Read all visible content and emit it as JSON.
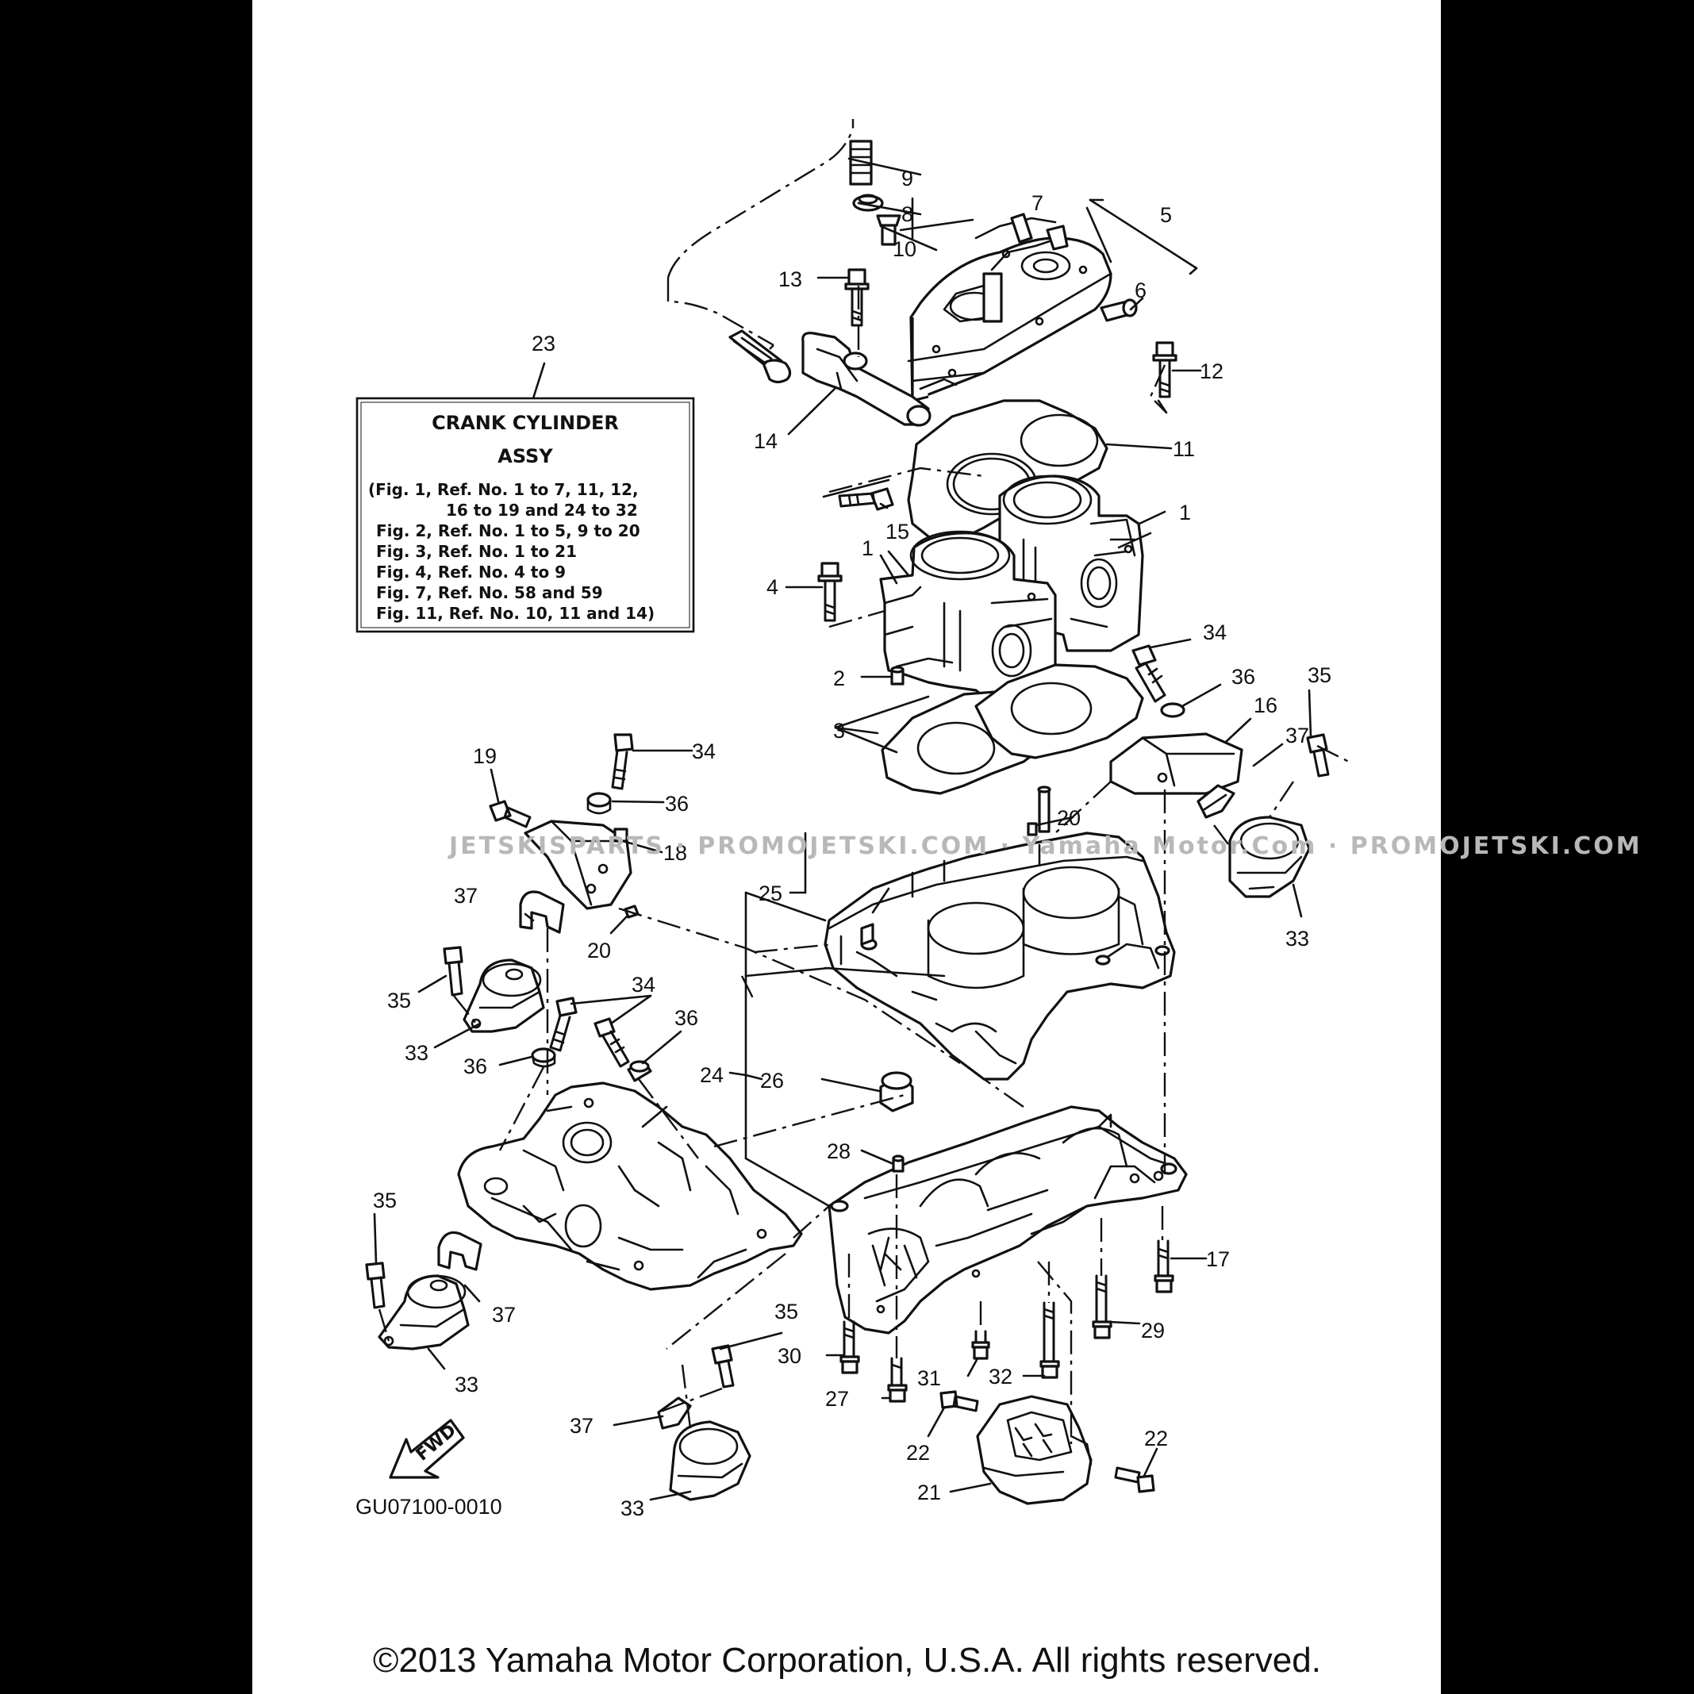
{
  "legend_box": {
    "ref": "23",
    "title_line1": "CRANK CYLINDER",
    "title_line2": "ASSY",
    "lines": [
      "(Fig. 1, Ref. No. 1 to 7, 11, 12,",
      "16 to 19 and 24 to 32",
      "Fig. 2, Ref. No. 1 to 5, 9 to 20",
      "Fig. 3, Ref. No. 1 to 21",
      "Fig. 4, Ref. No. 4 to 9",
      "Fig. 7, Ref. No. 58 and 59",
      "Fig. 11, Ref. No. 10, 11 and 14)"
    ]
  },
  "callouts": {
    "c9": "9",
    "c8": "8",
    "c7": "7",
    "c5": "5",
    "c10": "10",
    "c13": "13",
    "c6": "6",
    "c12": "12",
    "c14": "14",
    "c11": "11",
    "c15": "15",
    "c1a": "1",
    "c1b": "1",
    "c4": "4",
    "c2": "2",
    "c34a": "34",
    "c36a": "36",
    "c35a": "35",
    "c16": "16",
    "c3": "3",
    "c37a": "37",
    "c19": "19",
    "c34b": "34",
    "c36b": "36",
    "c20a": "20",
    "c18": "18",
    "c25": "25",
    "c33a": "33",
    "c37b": "37",
    "c20b": "20",
    "c35b": "35",
    "c33b": "33",
    "c34c": "34",
    "c36c": "36",
    "c36d": "36",
    "c24": "24",
    "c26": "26",
    "c28": "28",
    "c35c": "35",
    "c17": "17",
    "c37c": "37",
    "c29": "29",
    "c33c": "33",
    "c35d": "35",
    "c30": "30",
    "c31": "31",
    "c32": "32",
    "c27": "27",
    "c37d": "37",
    "c22a": "22",
    "c22b": "22",
    "c21": "21",
    "c33d": "33"
  },
  "fwd_label": "FWD",
  "diagram_code": "GU07100-0010",
  "watermark": "JETSKISPARTS · PROMOJETSKI.COM · Yamaha Motor.Com · PROMOJETSKI.COM",
  "copyright": "©2013 Yamaha Motor Corporation, U.S.A. All rights reserved.",
  "colors": {
    "line": "#111111",
    "page": "#ffffff",
    "border": "#000000"
  }
}
